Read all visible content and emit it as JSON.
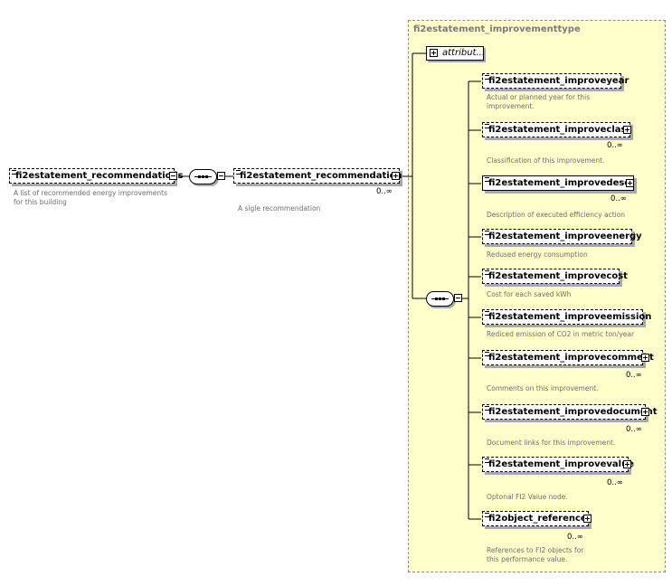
{
  "root": {
    "name": "fi2estatement_recommendations",
    "description": [
      "A list of recommended energy improvements",
      "for this building"
    ]
  },
  "child": {
    "name": "fi2estatement_recommendation",
    "description": "A sigle recommendation",
    "cardinality": "0..∞"
  },
  "type_panel": {
    "title": "fi2estatement_improvementtype",
    "attributes_label": "attribut..."
  },
  "elements": [
    {
      "name": "fi2estatement_improveyear",
      "description": [
        "Actual or planned year for this",
        "improvement."
      ],
      "cardinality": ""
    },
    {
      "name": "fi2estatement_improveclass",
      "description": [
        "Classification of this improvement."
      ],
      "cardinality": "0..∞"
    },
    {
      "name": "fi2estatement_improvedescr",
      "description": [
        "Description of executed efficiency action"
      ],
      "cardinality": "0..∞"
    },
    {
      "name": "fi2estatement_improveenergy",
      "description": [
        "Redused energy consumption"
      ],
      "cardinality": ""
    },
    {
      "name": "fi2estatement_improvecost",
      "description": [
        "Cost for each saved kWh"
      ],
      "cardinality": ""
    },
    {
      "name": "fi2estatement_improveemission",
      "description": [
        "Rediced emission of CO2 in metric ton/year"
      ],
      "cardinality": ""
    },
    {
      "name": "fi2estatement_improvecomment",
      "description": [
        "Comments on this improvement."
      ],
      "cardinality": "0..∞"
    },
    {
      "name": "fi2estatement_improvedocument",
      "description": [
        "Document links for this improvement."
      ],
      "cardinality": "0..∞"
    },
    {
      "name": "fi2estatement_improvevalue",
      "description": [
        "Optonal FI2 Value node."
      ],
      "cardinality": "0..∞"
    },
    {
      "name": "fi2object_reference",
      "description": [
        "References to FI2 objects for",
        "this performance value."
      ],
      "cardinality": "0..∞"
    }
  ]
}
